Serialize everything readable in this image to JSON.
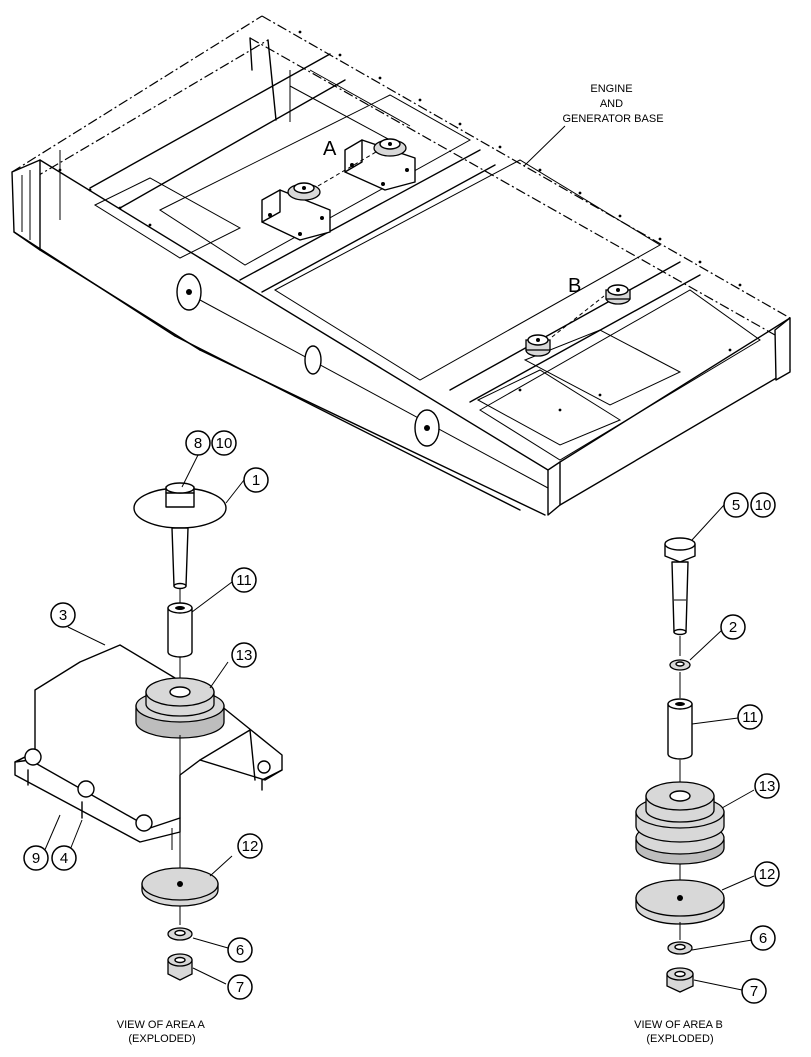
{
  "title_label": [
    "ENGINE",
    "AND",
    "GENERATOR BASE"
  ],
  "area_a_label": "A",
  "area_b_label": "B",
  "view_a_caption": [
    "VIEW OF AREA A",
    "(EXPLODED)"
  ],
  "view_b_caption": [
    "VIEW OF AREA B",
    "(EXPLODED)"
  ],
  "callouts_a": [
    "8",
    "10",
    "1",
    "11",
    "3",
    "13",
    "12",
    "9",
    "4",
    "6",
    "7"
  ],
  "callouts_b": [
    "5",
    "10",
    "2",
    "11",
    "13",
    "12",
    "6",
    "7"
  ]
}
